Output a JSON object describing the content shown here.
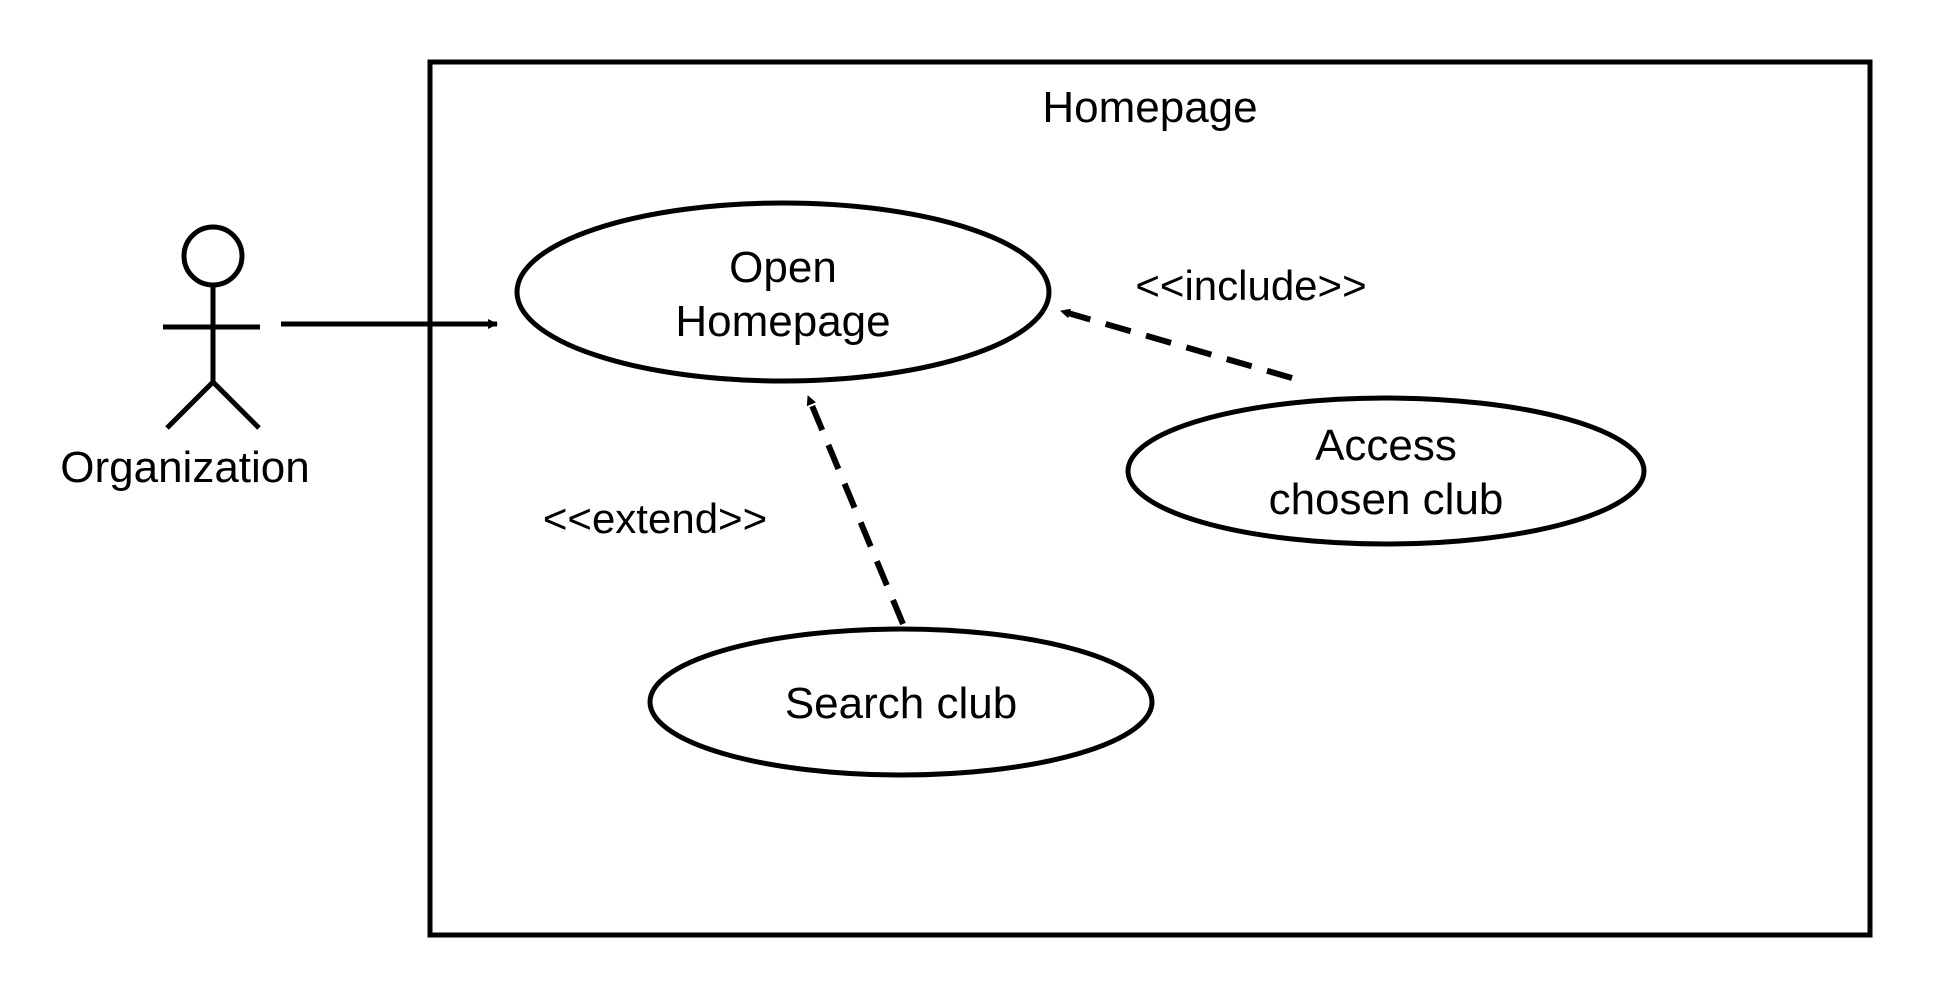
{
  "diagram": {
    "system_boundary": {
      "title": "Homepage"
    },
    "actor": {
      "name": "Organization"
    },
    "use_cases": {
      "open_homepage": {
        "line1": "Open",
        "line2": "Homepage"
      },
      "access_chosen_club": {
        "line1": "Access",
        "line2": "chosen club"
      },
      "search_club": {
        "label": "Search club"
      }
    },
    "relationships": {
      "include_label": "<<include>>",
      "extend_label": "<<extend>>"
    },
    "colors": {
      "stroke": "#000000",
      "background": "#ffffff"
    }
  }
}
